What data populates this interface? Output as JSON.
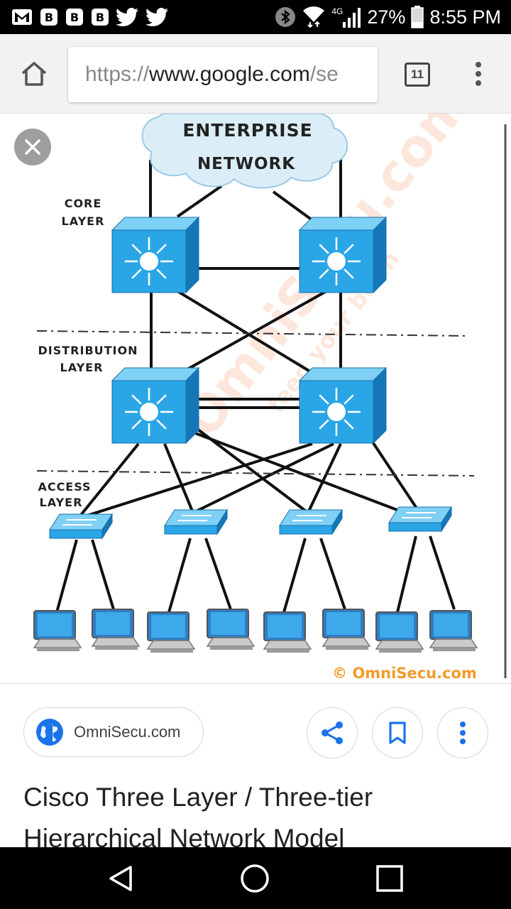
{
  "status_bar": {
    "time": "8:55 PM",
    "battery": "27%",
    "network_type": "4G",
    "left_icons": [
      "gmail-icon",
      "blogger-icon",
      "blogger-icon",
      "blogger-icon",
      "twitter-icon",
      "twitter-icon"
    ],
    "right_icons": [
      "bluetooth-icon",
      "wifi-icon",
      "signal-icon",
      "battery-icon"
    ]
  },
  "browser": {
    "url_scheme": "https://",
    "url_host": "www.google.com",
    "url_rest": "/se",
    "tab_count": "11"
  },
  "diagram": {
    "cloud_line1": "ENTERPRISE",
    "cloud_line2": "NETWORK",
    "core_label_1": "CORE",
    "core_label_2": "LAYER",
    "distribution_label_1": "DISTRIBUTION",
    "distribution_label_2": "LAYER",
    "access_label_1": "ACCESS",
    "access_label_2": "LAYER",
    "copyright": "© OmniSecu.com",
    "watermark_1": "OmniSecu.com",
    "watermark_2": "feed your brain"
  },
  "result": {
    "source": "OmniSecu.com",
    "title": "Cisco Three Layer / Three-tier Hierarchical Network Model"
  },
  "colors": {
    "accent": "#1a73e8",
    "switch_face": "#2aa6e6",
    "switch_side": "#1377b8",
    "switch_top": "#7fd0f5",
    "cloud": "#dbeef8"
  }
}
